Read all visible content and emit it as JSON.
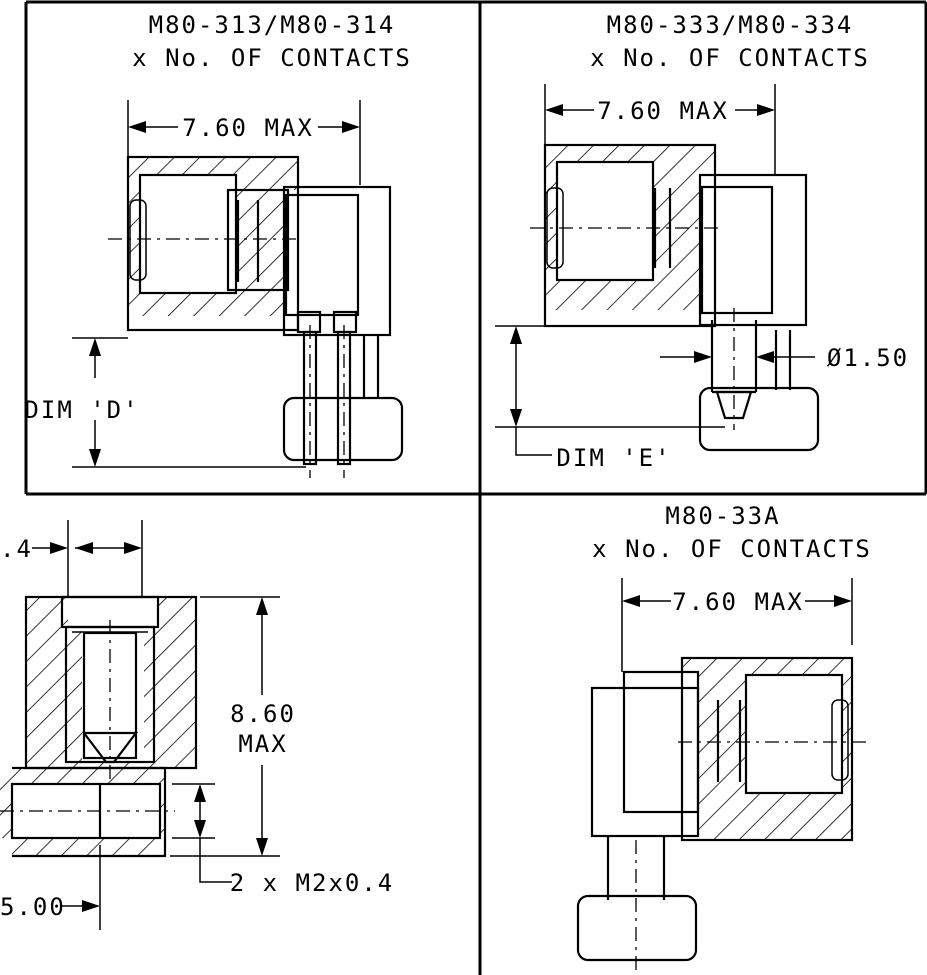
{
  "panels": {
    "top_left": {
      "title_line1": "M80-313/M80-314",
      "title_line2": "x No. OF CONTACTS",
      "width_dim": "7.60 MAX",
      "height_dim": "DIM 'D'"
    },
    "top_right": {
      "title_line1": "M80-333/M80-334",
      "title_line2": "x No. OF CONTACTS",
      "width_dim": "7.60 MAX",
      "height_dim": "DIM 'E'",
      "diameter_dim": "Ø1.50"
    },
    "bottom_left": {
      "top_dim": ".4",
      "height_dim_line1": "8.60",
      "height_dim_line2": "MAX",
      "thread_dim": "2 x M2x0.4",
      "bottom_dim": "5.00"
    },
    "bottom_right": {
      "title_line1": "M80-33A",
      "title_line2": "x No. OF CONTACTS",
      "width_dim": "7.60 MAX"
    }
  }
}
